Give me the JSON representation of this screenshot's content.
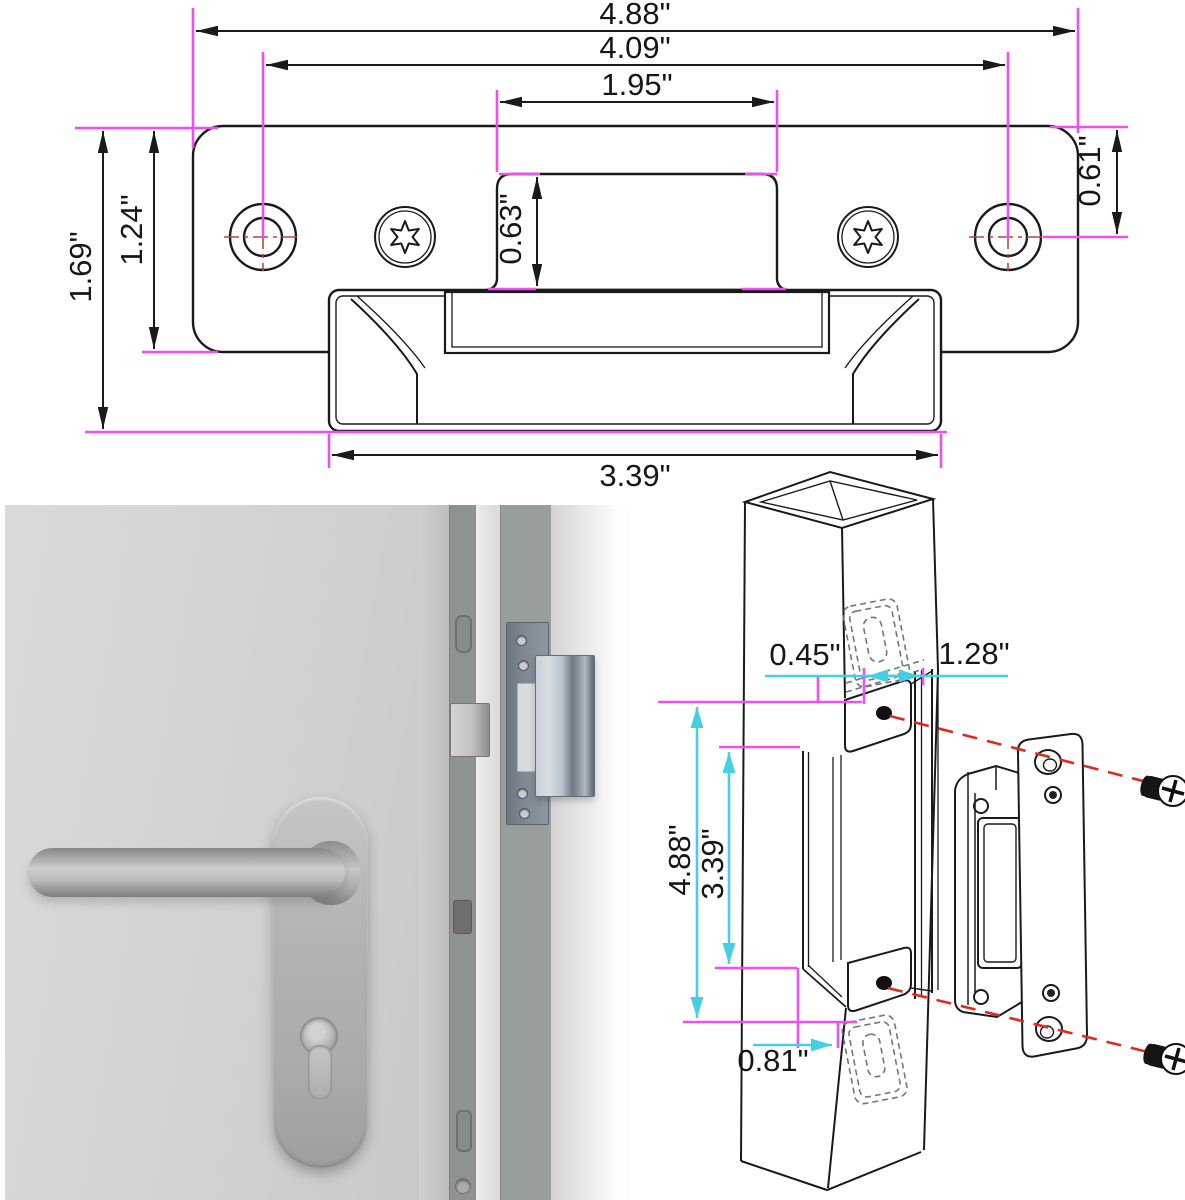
{
  "document": {
    "type": "electric-strike-dimension-sheet"
  },
  "colors": {
    "dimension_magenta": "#ee4fee",
    "dimension_cyan": "#45d0e2",
    "screw_axis_red": "#de2a1e",
    "centerline_red": "#b0493c",
    "line_black": "#1a1a1a"
  },
  "top_drawing": {
    "description": "strike faceplate front view",
    "dims": {
      "overall_width": "4.88\"",
      "hole_span": "4.09\"",
      "tab_width": "1.95\"",
      "overall_height": "1.69\"",
      "plate_height": "1.24\"",
      "tab_height": "0.63\"",
      "hole_offset": "0.61\"",
      "body_width": "3.39\""
    }
  },
  "install_diagram": {
    "description": "frame post cutout isometric view",
    "dims": {
      "lip_offset": "0.45\"",
      "cutout_width": "1.28\"",
      "cutout_height": "4.88\"",
      "body_height": "3.39\"",
      "bottom_offset": "0.81\""
    }
  },
  "icons": {
    "torx_screw": "torx-screw-icon",
    "phillips_screw": "phillips-screw-icon"
  }
}
